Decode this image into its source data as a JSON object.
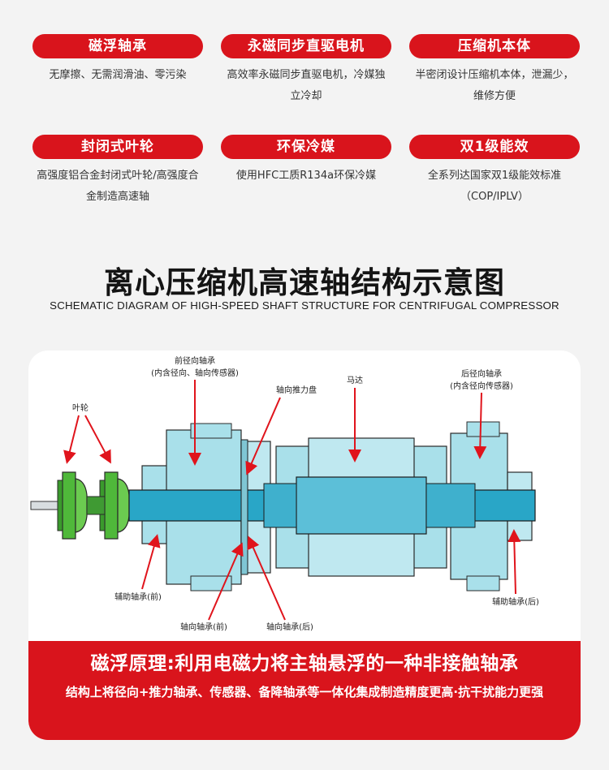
{
  "features": [
    {
      "title": "磁浮轴承",
      "desc": "无摩擦、无需润滑油、零污染"
    },
    {
      "title": "永磁同步直驱电机",
      "desc": "高效率永磁同步直驱电机，冷媒独立冷却"
    },
    {
      "title": "压缩机本体",
      "desc": "半密闭设计压缩机本体，泄漏少，维修方便"
    },
    {
      "title": "封闭式叶轮",
      "desc": "高强度铝合金封闭式叶轮/高强度合金制造高速轴"
    },
    {
      "title": "环保冷媒",
      "desc": "使用HFC工质R134a环保冷媒"
    },
    {
      "title": "双1级能效",
      "desc": "全系列达国家双1级能效标准（COP/IPLV）"
    }
  ],
  "section": {
    "title_cn": "离心压缩机高速轴结构示意图",
    "title_en": "SCHEMATIC DIAGRAM OF HIGH-SPEED SHAFT STRUCTURE FOR CENTRIFUGAL COMPRESSOR"
  },
  "diagram": {
    "labels": {
      "impeller": "叶轮",
      "front_radial_1": "前径向轴承",
      "front_radial_2": "(内含径向、轴向传感器)",
      "thrust_disc": "轴向推力盘",
      "motor": "马达",
      "rear_radial_1": "后径向轴承",
      "rear_radial_2": "(内含径向传感器)",
      "aux_front": "辅助轴承(前)",
      "aux_rear": "辅助轴承(后)",
      "axial_front": "轴向轴承(前)",
      "axial_rear": "轴向轴承(后)"
    },
    "colors": {
      "housing": "#a9e0ea",
      "housing_dark": "#7fc6d4",
      "shaft": "#29a6c7",
      "impeller": "#4fb83a",
      "arrow": "#e0141c"
    }
  },
  "banner": {
    "title": "磁浮原理:利用电磁力将主轴悬浮的一种非接触轴承",
    "desc": "结构上将径向+推力轴承、传感器、备降轴承等一体化集成制造精度更高·抗干扰能力更强"
  }
}
